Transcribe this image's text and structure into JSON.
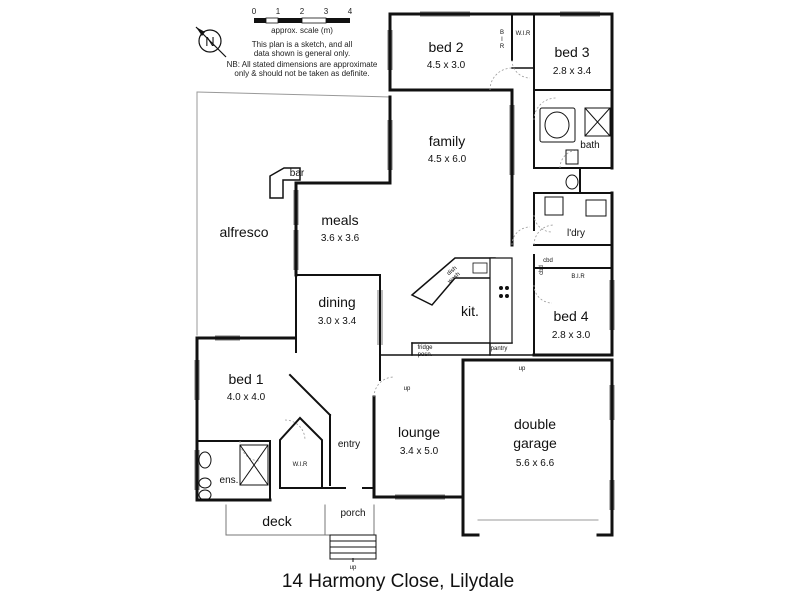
{
  "scale": {
    "ticks": [
      "0",
      "1",
      "2",
      "3",
      "4"
    ],
    "title": "approx. scale (m)",
    "note1": "This plan is a sketch, and all",
    "note2": "data shown is general only.",
    "note3": "NB: All stated dimensions are approximate",
    "note4": "only & should not be taken as definite."
  },
  "compass": {
    "letter": "N"
  },
  "rooms": {
    "bed2": {
      "name": "bed 2",
      "dims": "4.5 x 3.0"
    },
    "bed3": {
      "name": "bed 3",
      "dims": "2.8 x 3.4"
    },
    "family": {
      "name": "family",
      "dims": "4.5 x 6.0"
    },
    "meals": {
      "name": "meals",
      "dims": "3.6 x 3.6"
    },
    "alfresco": {
      "name": "alfresco"
    },
    "dining": {
      "name": "dining",
      "dims": "3.0 x 3.4"
    },
    "kit": {
      "name": "kit."
    },
    "bed4": {
      "name": "bed 4",
      "dims": "2.8 x 3.0"
    },
    "bed1": {
      "name": "bed 1",
      "dims": "4.0 x 4.0"
    },
    "lounge": {
      "name": "lounge",
      "dims": "3.4 x 5.0"
    },
    "garage": {
      "name": "double",
      "name2": "garage",
      "dims": "5.6 x 6.6"
    },
    "entry": {
      "name": "entry"
    },
    "porch": {
      "name": "porch"
    },
    "deck": {
      "name": "deck"
    },
    "ens": {
      "name": "ens."
    },
    "bath": {
      "name": "bath"
    },
    "ldry": {
      "name": "l'dry"
    }
  },
  "labels": {
    "bar": "bar",
    "wir_top": "W.I.R",
    "bir_top1": "B",
    "bir_top2": "I",
    "bir_top3": "R",
    "wir_bed1": "W.I.R",
    "bir_bed4": "B.I.R",
    "cbd1": "cbd",
    "cbd2": "cbd",
    "fridge1": "fridge",
    "fridge2": "posn.",
    "pantry": "pantry",
    "dishwash1": "dish",
    "dishwash2": "wash",
    "up1": "up",
    "up2": "up",
    "up3": "up"
  },
  "caption": "14 Harmony Close, Lilydale"
}
